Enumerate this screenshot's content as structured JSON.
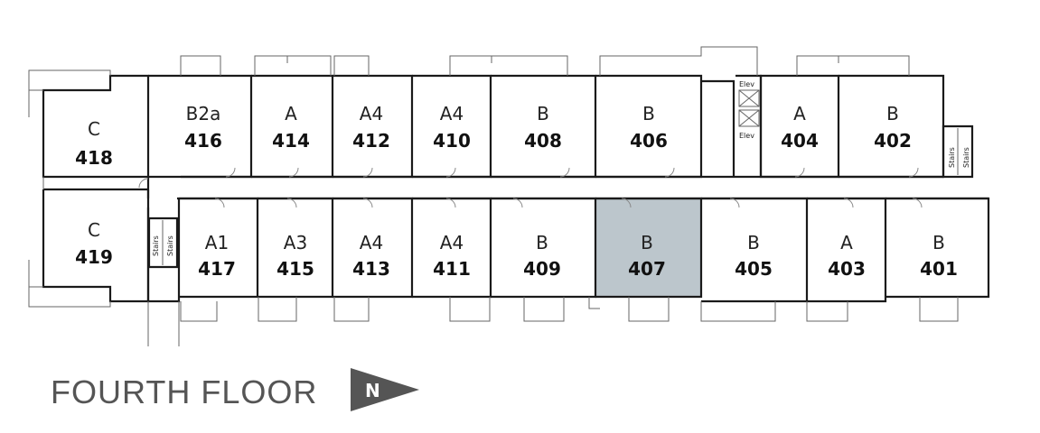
{
  "title": "FOURTH FLOOR",
  "north_label": "N",
  "colors": {
    "highlight": "#bcc6cc",
    "wall": "#1a1a1a",
    "title": "#555555",
    "arrow": "#555555"
  },
  "units": [
    {
      "id": "u418",
      "type": "C",
      "number": "418"
    },
    {
      "id": "u416",
      "type": "B2a",
      "number": "416"
    },
    {
      "id": "u414",
      "type": "A",
      "number": "414"
    },
    {
      "id": "u412",
      "type": "A4",
      "number": "412"
    },
    {
      "id": "u410",
      "type": "A4",
      "number": "410"
    },
    {
      "id": "u408",
      "type": "B",
      "number": "408"
    },
    {
      "id": "u406",
      "type": "B",
      "number": "406"
    },
    {
      "id": "u404",
      "type": "A",
      "number": "404"
    },
    {
      "id": "u402",
      "type": "B",
      "number": "402"
    },
    {
      "id": "u419",
      "type": "C",
      "number": "419"
    },
    {
      "id": "u417",
      "type": "A1",
      "number": "417"
    },
    {
      "id": "u415",
      "type": "A3",
      "number": "415"
    },
    {
      "id": "u413",
      "type": "A4",
      "number": "413"
    },
    {
      "id": "u411",
      "type": "A4",
      "number": "411"
    },
    {
      "id": "u409",
      "type": "B",
      "number": "409"
    },
    {
      "id": "u407",
      "type": "B",
      "number": "407",
      "highlighted": true
    },
    {
      "id": "u405",
      "type": "B",
      "number": "405"
    },
    {
      "id": "u403",
      "type": "A",
      "number": "403"
    },
    {
      "id": "u401",
      "type": "B",
      "number": "401"
    }
  ],
  "labels": {
    "stairs": "Stairs",
    "elev": "Elev"
  }
}
